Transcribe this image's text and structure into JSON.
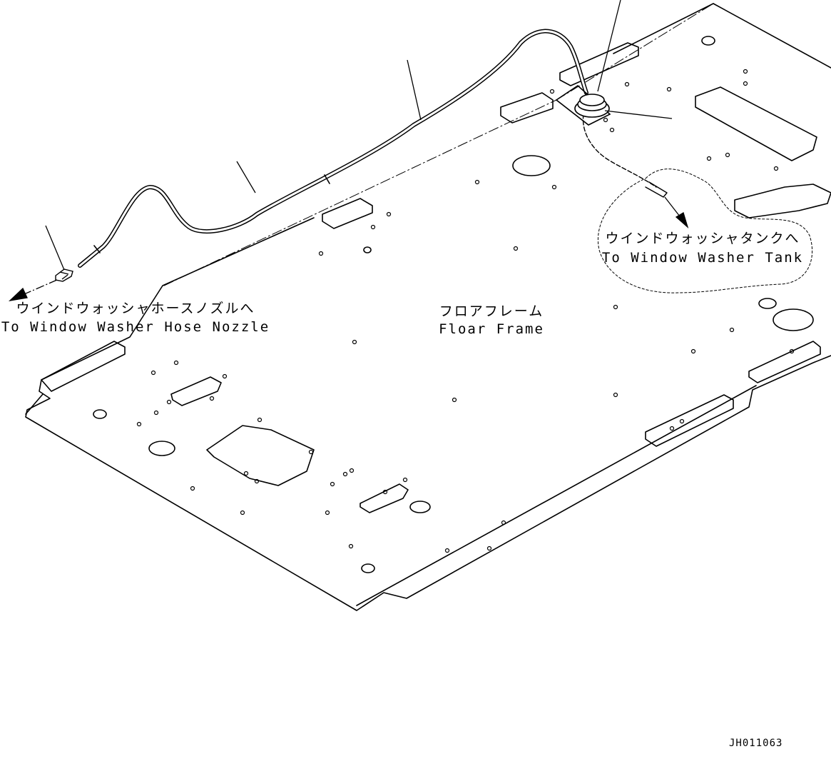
{
  "labels": {
    "nozzle_jp": "ウインドウォッシャホースノズルへ",
    "nozzle_en": "To Window Washer Hose Nozzle",
    "floor_jp": "フロアフレーム",
    "floor_en": "Floar Frame",
    "tank_jp": "ウインドウォッシャタンクへ",
    "tank_en": "To Window Washer Tank"
  },
  "drawing_number": "JH011063",
  "colors": {
    "line": "#000000",
    "background": "#ffffff"
  }
}
